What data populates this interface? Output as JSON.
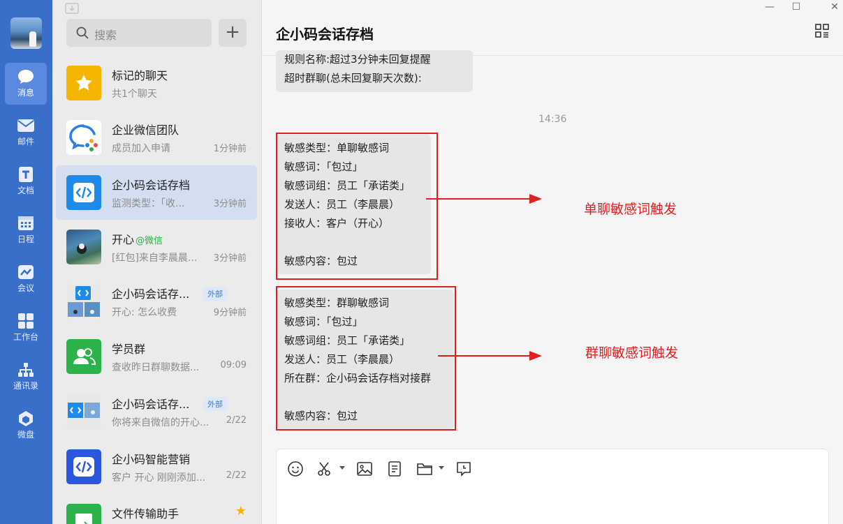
{
  "nav": {
    "items": [
      {
        "label": "消息",
        "icon": "message-icon"
      },
      {
        "label": "邮件",
        "icon": "mail-icon"
      },
      {
        "label": "文档",
        "icon": "document-icon"
      },
      {
        "label": "日程",
        "icon": "calendar-icon"
      },
      {
        "label": "会议",
        "icon": "meeting-icon"
      },
      {
        "label": "工作台",
        "icon": "workbench-icon"
      },
      {
        "label": "通讯录",
        "icon": "contacts-icon"
      },
      {
        "label": "微盘",
        "icon": "drive-icon"
      }
    ]
  },
  "search": {
    "placeholder": "搜索"
  },
  "add_button": {
    "label": "+"
  },
  "conversations": [
    {
      "name": "标记的聊天",
      "preview": "共1个聊天",
      "time": "",
      "tag": ""
    },
    {
      "name": "企业微信团队",
      "preview": "成员加入申请",
      "time": "1分钟前",
      "tag": ""
    },
    {
      "name": "企小码会话存档",
      "preview": "监测类型：「收...",
      "time": "3分钟前",
      "tag": ""
    },
    {
      "name": "开心",
      "wx_tag": "@微信",
      "preview": "[红包]来自李晨晨...",
      "time": "3分钟前",
      "tag": ""
    },
    {
      "name": "企小码会话存...",
      "preview": "开心: 怎么收费",
      "time": "9分钟前",
      "tag": "外部"
    },
    {
      "name": "学员群",
      "preview": "查收昨日群聊数据...",
      "time": "09:09",
      "tag": ""
    },
    {
      "name": "企小码会话存...",
      "preview": "你将来自微信的开心...",
      "time": "2/22",
      "tag": "外部"
    },
    {
      "name": "企小码智能营销",
      "preview": "客户 开心 刚刚添加...",
      "time": "2/22",
      "tag": ""
    },
    {
      "name": "文件传输助手",
      "preview": "",
      "time": "",
      "tag": "",
      "star": "★"
    }
  ],
  "chat": {
    "title": "企小码会话存档",
    "window_controls": [
      "—",
      "☐",
      "✕"
    ],
    "top_bubble": {
      "lines": [
        "规则名称:超过3分钟未回复提醒",
        "超时群聊(总未回复聊天次数):"
      ]
    },
    "timestamp": "14:36",
    "messages": [
      {
        "lines": [
          "敏感类型：单聊敏感词",
          "敏感词：「包过」",
          "敏感词组：员工「承诺类」",
          "发送人：员工（李晨晨）",
          "接收人：客户（开心）",
          "",
          "敏感内容：包过"
        ],
        "annotation": "单聊敏感词触发"
      },
      {
        "lines": [
          "敏感类型：群聊敏感词",
          "敏感词：「包过」",
          "敏感词组：员工「承诺类」",
          "发送人：员工（李晨晨）",
          "所在群：企小码会话存档对接群",
          "",
          "敏感内容：包过"
        ],
        "annotation": "群聊敏感词触发"
      }
    ]
  },
  "composer": {
    "tools": [
      "emoji-icon",
      "scissors-icon",
      "image-icon",
      "note-icon",
      "folder-icon",
      "chat-history-icon"
    ]
  },
  "colors": {
    "rail": "#3a6fc9",
    "highlight": "#e02020",
    "active_conv": "#d3dff0"
  }
}
